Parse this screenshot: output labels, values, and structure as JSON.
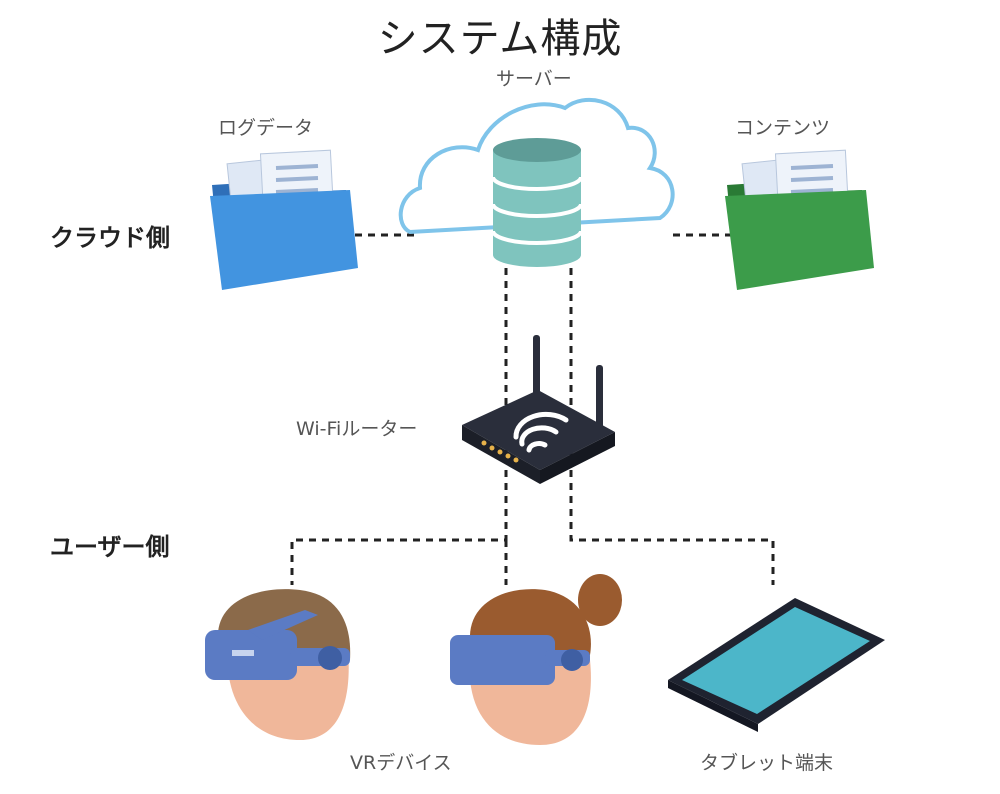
{
  "title": "システム構成",
  "sections": {
    "cloud": "クラウド側",
    "user": "ユーザー側"
  },
  "nodes": {
    "server": "サーバー",
    "log_data": "ログデータ",
    "contents": "コンテンツ",
    "router": "Wi-Fiルーター",
    "vr_device": "VRデバイス",
    "tablet": "タブレット端末"
  },
  "colors": {
    "log_folder": "#3f8fdc",
    "contents_folder": "#3a9a48",
    "server": "#7fc4be",
    "router": "#2a2e3b",
    "headset": "#5b7bc4",
    "tablet_screen": "#4cb6c9"
  },
  "icons": {
    "server": "database-icon",
    "log_data": "blue-folder-icon",
    "contents": "green-folder-icon",
    "router": "wifi-router-icon",
    "vr_user_1": "vr-headset-user-icon",
    "vr_user_2": "vr-headset-user-icon",
    "tablet": "tablet-icon"
  }
}
